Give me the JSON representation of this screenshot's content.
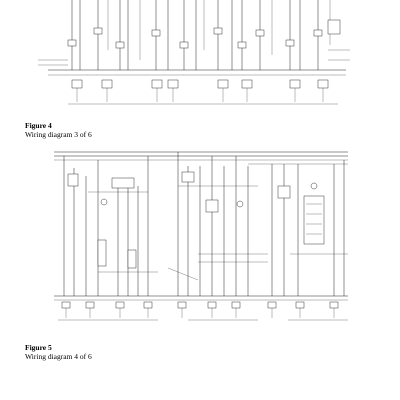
{
  "figures": [
    {
      "label": "Figure 4",
      "caption": "Wiring diagram 3 of 6"
    },
    {
      "label": "Figure 5",
      "caption": "Wiring diagram 4 of 6"
    }
  ]
}
